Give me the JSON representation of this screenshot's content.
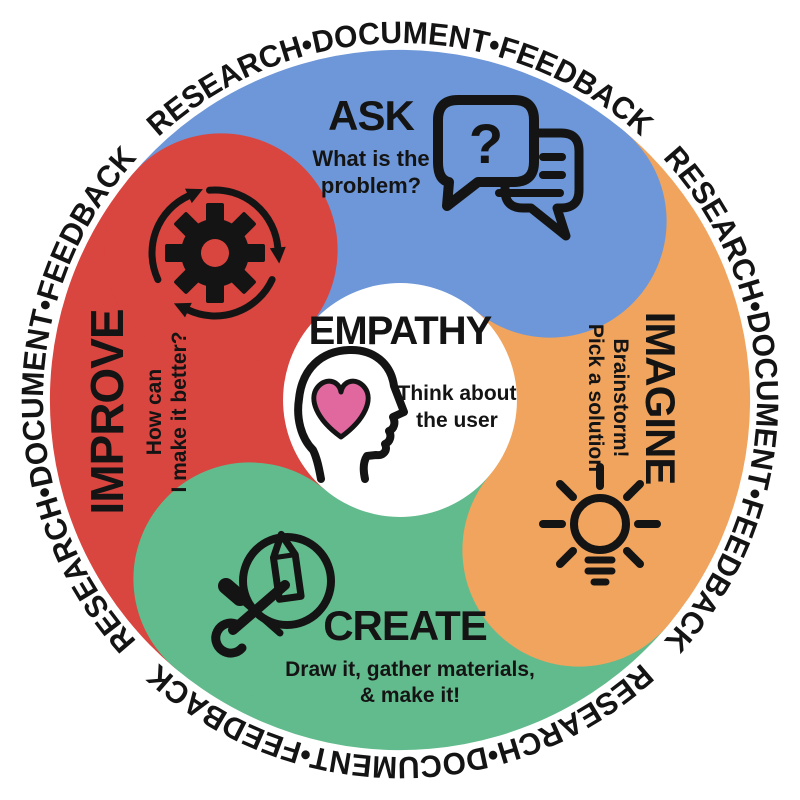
{
  "colors": {
    "ask_blue": "#6D97D8",
    "imagine_orange": "#F0A45E",
    "create_green": "#62BB8C",
    "improve_red": "#D9453F",
    "heart_pink": "#E0689F",
    "ink": "#141414",
    "background": "#FFFFFF"
  },
  "ring": {
    "phrase": "RESEARCH•DOCUMENT•FEEDBACK",
    "repetitions": 4
  },
  "center": {
    "title": "EMPATHY",
    "sublines": [
      "Think about",
      "the user"
    ],
    "icon": "head-with-heart"
  },
  "sections": {
    "ask": {
      "title": "ASK",
      "sublines": [
        "What is the",
        "problem?"
      ],
      "icon": "chat-bubbles-question",
      "bubble_glyph": "?",
      "color": "#6D97D8"
    },
    "imagine": {
      "title": "IMAGINE",
      "sublines": [
        "Brainstorm!",
        "Pick a solution"
      ],
      "icon": "lightbulb",
      "color": "#F0A45E"
    },
    "create": {
      "title": "CREATE",
      "sublines": [
        "Draw it, gather materials,",
        "& make it!"
      ],
      "icon": "pencil-and-tools",
      "color": "#62BB8C"
    },
    "improve": {
      "title": "IMPROVE",
      "sublines": [
        "How can",
        "I make it better?"
      ],
      "icon": "gear-with-cycle-arrows",
      "color": "#D9453F"
    }
  }
}
